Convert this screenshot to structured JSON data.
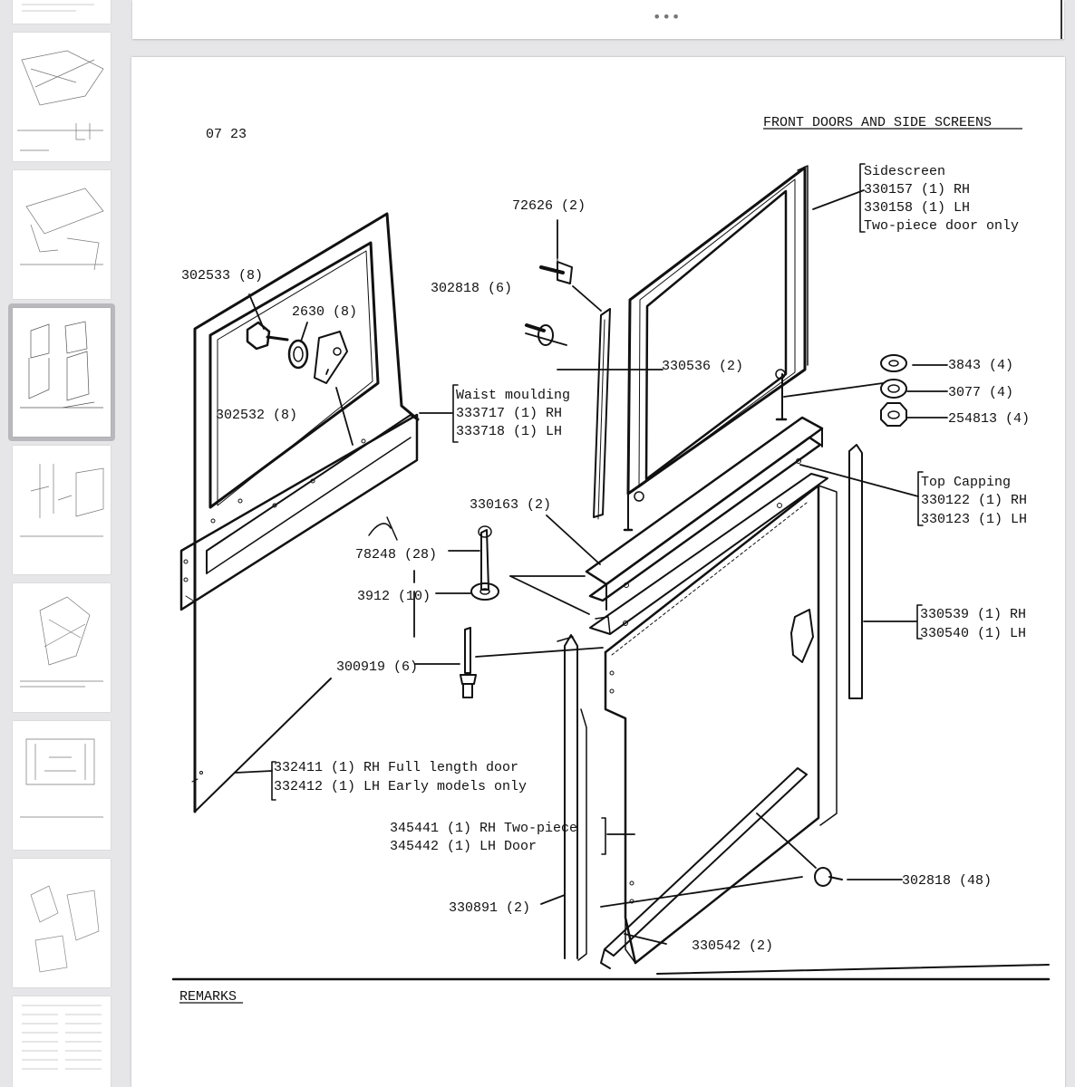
{
  "viewer": {
    "more_menu_glyph": "•••"
  },
  "page": {
    "section_code": "07 23",
    "title": "FRONT DOORS AND SIDE SCREENS",
    "remarks_label": "REMARKS"
  },
  "callouts": {
    "sidescreen": [
      "Sidescreen",
      "330157 (1) RH",
      "330158 (1) LH",
      "Two-piece door only"
    ],
    "p72626": "72626 (2)",
    "p302533": "302533 (8)",
    "p2630": "2630 (8)",
    "p302818_6": "302818 (6)",
    "p330536": "330536 (2)",
    "p3843": "3843 (4)",
    "p3077": "3077 (4)",
    "p254813": "254813 (4)",
    "p302532": "302532 (8)",
    "waist": [
      "Waist moulding",
      "333717 (1) RH",
      "333718 (1) LH"
    ],
    "top_capping": [
      "Top Capping",
      "330122 (1) RH",
      "330123 (1) LH"
    ],
    "p330163": "330163 (2)",
    "p78248": "78248 (28)",
    "p3912": "3912 (10)",
    "seal": [
      "330539 (1) RH",
      "330540 (1) LH"
    ],
    "p300919": "300919 (6)",
    "full_door": [
      "332411 (1) RH  Full length door",
      "332412 (1) LH Early models only"
    ],
    "two_piece": [
      "345441 (1) RH Two-piece",
      "345442 (1) LH Door"
    ],
    "p302818_48": "302818 (48)",
    "p330891": "330891 (2)",
    "p330542": "330542 (2)"
  }
}
